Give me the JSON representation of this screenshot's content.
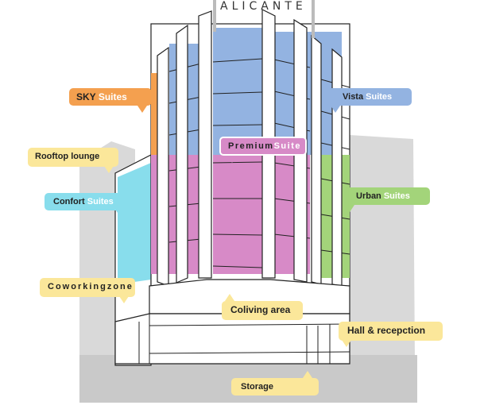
{
  "building": {
    "sign_text": "ALICANTE",
    "colors": {
      "sky": "#f4a04f",
      "vista": "#93b3e1",
      "premium": "#d78ac7",
      "urban": "#a3d47a",
      "confort": "#88ddec",
      "label": "#fbe79a",
      "shadow": "#d6d6d6"
    }
  },
  "labels": {
    "sky": {
      "main": "SKY",
      "sub": "Suites"
    },
    "vista": {
      "main": "Vista",
      "sub": "Suites"
    },
    "premium": {
      "main": "Premium",
      "sub": "Suite"
    },
    "rooftop": {
      "main": "Rooftop lounge"
    },
    "confort": {
      "main": "Confort",
      "sub": "Suites"
    },
    "urban": {
      "main": "Urban",
      "sub": "Suites"
    },
    "coworking": {
      "main": "Coworkingzone"
    },
    "coliving": {
      "main": "Coliving area"
    },
    "hall": {
      "main": "Hall & recepction"
    },
    "storage": {
      "main": "Storage"
    }
  }
}
